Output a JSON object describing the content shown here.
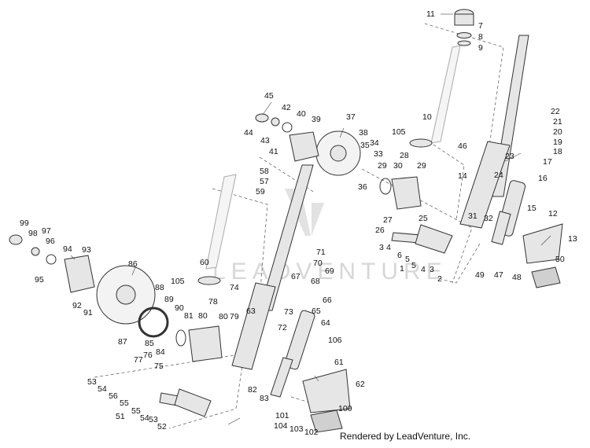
{
  "watermark": "LEADVENTURE",
  "footer": "Rendered by LeadVenture, Inc.",
  "colors": {
    "ink": "#111111",
    "line": "#333333",
    "part_fill": "#e6e6e6",
    "watermark": "#d7d7d7",
    "background": "#ffffff"
  },
  "callouts": [
    {
      "id": "c11",
      "text": "11"
    },
    {
      "id": "c7",
      "text": "7"
    },
    {
      "id": "c8",
      "text": "8"
    },
    {
      "id": "c9",
      "text": "9"
    },
    {
      "id": "c10",
      "text": "10"
    },
    {
      "id": "c105a",
      "text": "105"
    },
    {
      "id": "c46",
      "text": "46"
    },
    {
      "id": "c14",
      "text": "14"
    },
    {
      "id": "c22",
      "text": "22"
    },
    {
      "id": "c21",
      "text": "21"
    },
    {
      "id": "c20",
      "text": "20"
    },
    {
      "id": "c19",
      "text": "19"
    },
    {
      "id": "c18",
      "text": "18"
    },
    {
      "id": "c17",
      "text": "17"
    },
    {
      "id": "c23",
      "text": "23"
    },
    {
      "id": "c24",
      "text": "24"
    },
    {
      "id": "c16",
      "text": "16"
    },
    {
      "id": "c15",
      "text": "15"
    },
    {
      "id": "c12",
      "text": "12"
    },
    {
      "id": "c13",
      "text": "13"
    },
    {
      "id": "c50",
      "text": "50"
    },
    {
      "id": "c49",
      "text": "49"
    },
    {
      "id": "c47",
      "text": "47"
    },
    {
      "id": "c48",
      "text": "48"
    },
    {
      "id": "c31",
      "text": "31"
    },
    {
      "id": "c32",
      "text": "32"
    },
    {
      "id": "c45",
      "text": "45"
    },
    {
      "id": "c42",
      "text": "42"
    },
    {
      "id": "c40",
      "text": "40"
    },
    {
      "id": "c39",
      "text": "39"
    },
    {
      "id": "c37",
      "text": "37"
    },
    {
      "id": "c44",
      "text": "44"
    },
    {
      "id": "c43",
      "text": "43"
    },
    {
      "id": "c41",
      "text": "41"
    },
    {
      "id": "c38",
      "text": "38"
    },
    {
      "id": "c35",
      "text": "35"
    },
    {
      "id": "c34",
      "text": "34"
    },
    {
      "id": "c33",
      "text": "33"
    },
    {
      "id": "c36",
      "text": "36"
    },
    {
      "id": "c28",
      "text": "28"
    },
    {
      "id": "c29a",
      "text": "29"
    },
    {
      "id": "c30",
      "text": "30"
    },
    {
      "id": "c29b",
      "text": "29"
    },
    {
      "id": "c58",
      "text": "58"
    },
    {
      "id": "c57",
      "text": "57"
    },
    {
      "id": "c59",
      "text": "59"
    },
    {
      "id": "c27",
      "text": "27"
    },
    {
      "id": "c25",
      "text": "25"
    },
    {
      "id": "c26",
      "text": "26"
    },
    {
      "id": "c3",
      "text": "3"
    },
    {
      "id": "c4a",
      "text": "4"
    },
    {
      "id": "c6",
      "text": "6"
    },
    {
      "id": "c5a",
      "text": "5"
    },
    {
      "id": "c5b",
      "text": "5"
    },
    {
      "id": "c4b",
      "text": "4"
    },
    {
      "id": "c3b",
      "text": "3"
    },
    {
      "id": "c1",
      "text": "1"
    },
    {
      "id": "c2",
      "text": "2"
    },
    {
      "id": "c99",
      "text": "99"
    },
    {
      "id": "c98",
      "text": "98"
    },
    {
      "id": "c97",
      "text": "97"
    },
    {
      "id": "c96",
      "text": "96"
    },
    {
      "id": "c94",
      "text": "94"
    },
    {
      "id": "c93",
      "text": "93"
    },
    {
      "id": "c95",
      "text": "95"
    },
    {
      "id": "c86",
      "text": "86"
    },
    {
      "id": "c92",
      "text": "92"
    },
    {
      "id": "c91",
      "text": "91"
    },
    {
      "id": "c60",
      "text": "60"
    },
    {
      "id": "c105b",
      "text": "105"
    },
    {
      "id": "c88",
      "text": "88"
    },
    {
      "id": "c89",
      "text": "89"
    },
    {
      "id": "c90",
      "text": "90"
    },
    {
      "id": "c78",
      "text": "78"
    },
    {
      "id": "c74",
      "text": "74"
    },
    {
      "id": "c63",
      "text": "63"
    },
    {
      "id": "c73",
      "text": "73"
    },
    {
      "id": "c72",
      "text": "72"
    },
    {
      "id": "c71",
      "text": "71"
    },
    {
      "id": "c70",
      "text": "70"
    },
    {
      "id": "c69",
      "text": "69"
    },
    {
      "id": "c67",
      "text": "67"
    },
    {
      "id": "c68",
      "text": "68"
    },
    {
      "id": "c66",
      "text": "66"
    },
    {
      "id": "c65",
      "text": "65"
    },
    {
      "id": "c64",
      "text": "64"
    },
    {
      "id": "c81",
      "text": "81"
    },
    {
      "id": "c80a",
      "text": "80"
    },
    {
      "id": "c80b",
      "text": "80"
    },
    {
      "id": "c79",
      "text": "79"
    },
    {
      "id": "c87",
      "text": "87"
    },
    {
      "id": "c85",
      "text": "85"
    },
    {
      "id": "c84",
      "text": "84"
    },
    {
      "id": "c77",
      "text": "77"
    },
    {
      "id": "c76",
      "text": "76"
    },
    {
      "id": "c75",
      "text": "75"
    },
    {
      "id": "c106",
      "text": "106"
    },
    {
      "id": "c61",
      "text": "61"
    },
    {
      "id": "c62",
      "text": "62"
    },
    {
      "id": "c82",
      "text": "82"
    },
    {
      "id": "c83",
      "text": "83"
    },
    {
      "id": "c53",
      "text": "53"
    },
    {
      "id": "c54a",
      "text": "54"
    },
    {
      "id": "c56",
      "text": "56"
    },
    {
      "id": "c55a",
      "text": "55"
    },
    {
      "id": "c51",
      "text": "51"
    },
    {
      "id": "c55b",
      "text": "55"
    },
    {
      "id": "c54b",
      "text": "54"
    },
    {
      "id": "c53b",
      "text": "53"
    },
    {
      "id": "c52",
      "text": "52"
    },
    {
      "id": "c101",
      "text": "101"
    },
    {
      "id": "c104",
      "text": "104"
    },
    {
      "id": "c103",
      "text": "103"
    },
    {
      "id": "c102",
      "text": "102"
    },
    {
      "id": "c100",
      "text": "100"
    }
  ]
}
